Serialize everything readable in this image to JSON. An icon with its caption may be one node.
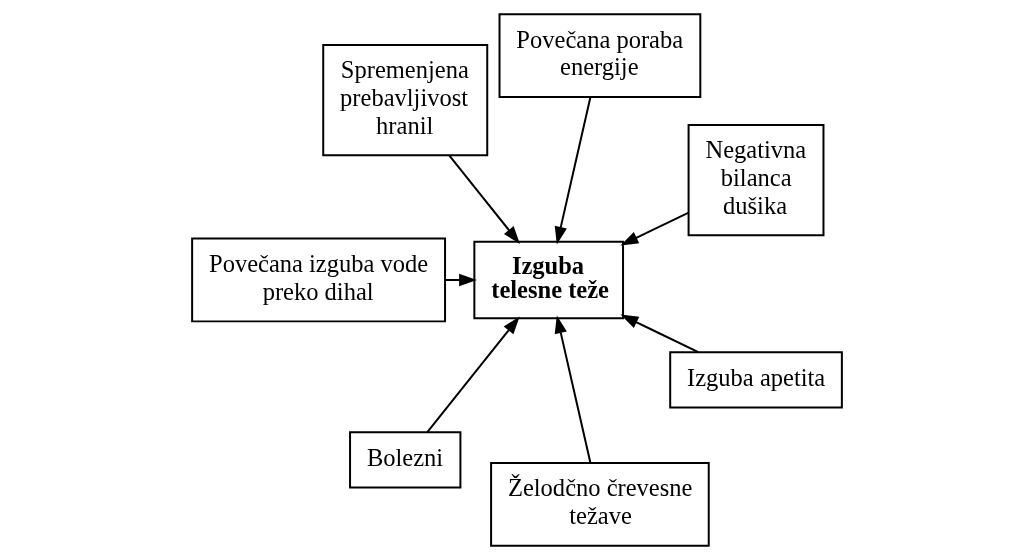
{
  "diagram": {
    "nodes": [
      {
        "text": [
          "Negativna bilanca dušika"
        ]
      },
      {
        "text": [
          "Povečana poraba energije"
        ]
      },
      {
        "text": [
          "Spremenjena prebavljivost hranil"
        ]
      },
      {
        "text": [
          "Povečana izguba vode preko dihal"
        ]
      },
      {
        "text": [
          "Izguba telesne teže"
        ]
      },
      {
        "text": [
          "Bolezni"
        ]
      },
      {
        "text": [
          "Želodčno črevesne težave"
        ]
      },
      {
        "text": [
          "Izguba apetita"
        ]
      }
    ],
    "edges": [
      {
        "from": 0,
        "to": 4,
        "arrow": "to"
      },
      {
        "from": 1,
        "to": 4,
        "arrow": "to"
      },
      {
        "from": 2,
        "to": 4,
        "arrow": "to"
      },
      {
        "from": 3,
        "to": 4,
        "arrow": "to"
      },
      {
        "from": 5,
        "to": 4,
        "arrow": "to"
      },
      {
        "from": 6,
        "to": 4,
        "arrow": "to"
      },
      {
        "from": 7,
        "to": 4,
        "arrow": "to"
      }
    ]
  }
}
